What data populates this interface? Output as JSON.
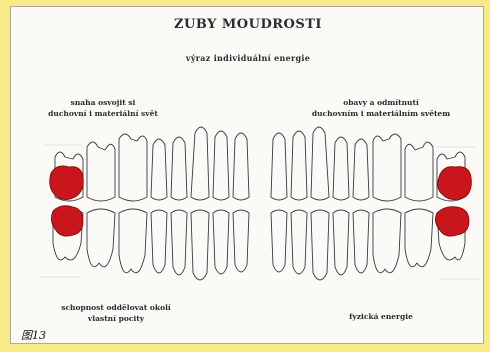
{
  "title": "ZUBY MOUDROSTI",
  "subtitle": "výraz individuální energie",
  "quadrants": {
    "top_left": [
      "snaha osvojit si",
      "duchovní i materiální svět"
    ],
    "top_right": [
      "obavy a odmítnutí",
      "duchovním i materiálním světem"
    ],
    "bottom_left": [
      "schopnost oddělovat okolí",
      "vlastní pocity"
    ],
    "bottom_right": "fyzická energie"
  },
  "figure_label": "图13",
  "colors": {
    "page_background": "#f6eb87",
    "card_background": "#fbfaf7",
    "wisdom_tooth_highlight": "#c8161a",
    "outline": "#3a3a3a"
  }
}
